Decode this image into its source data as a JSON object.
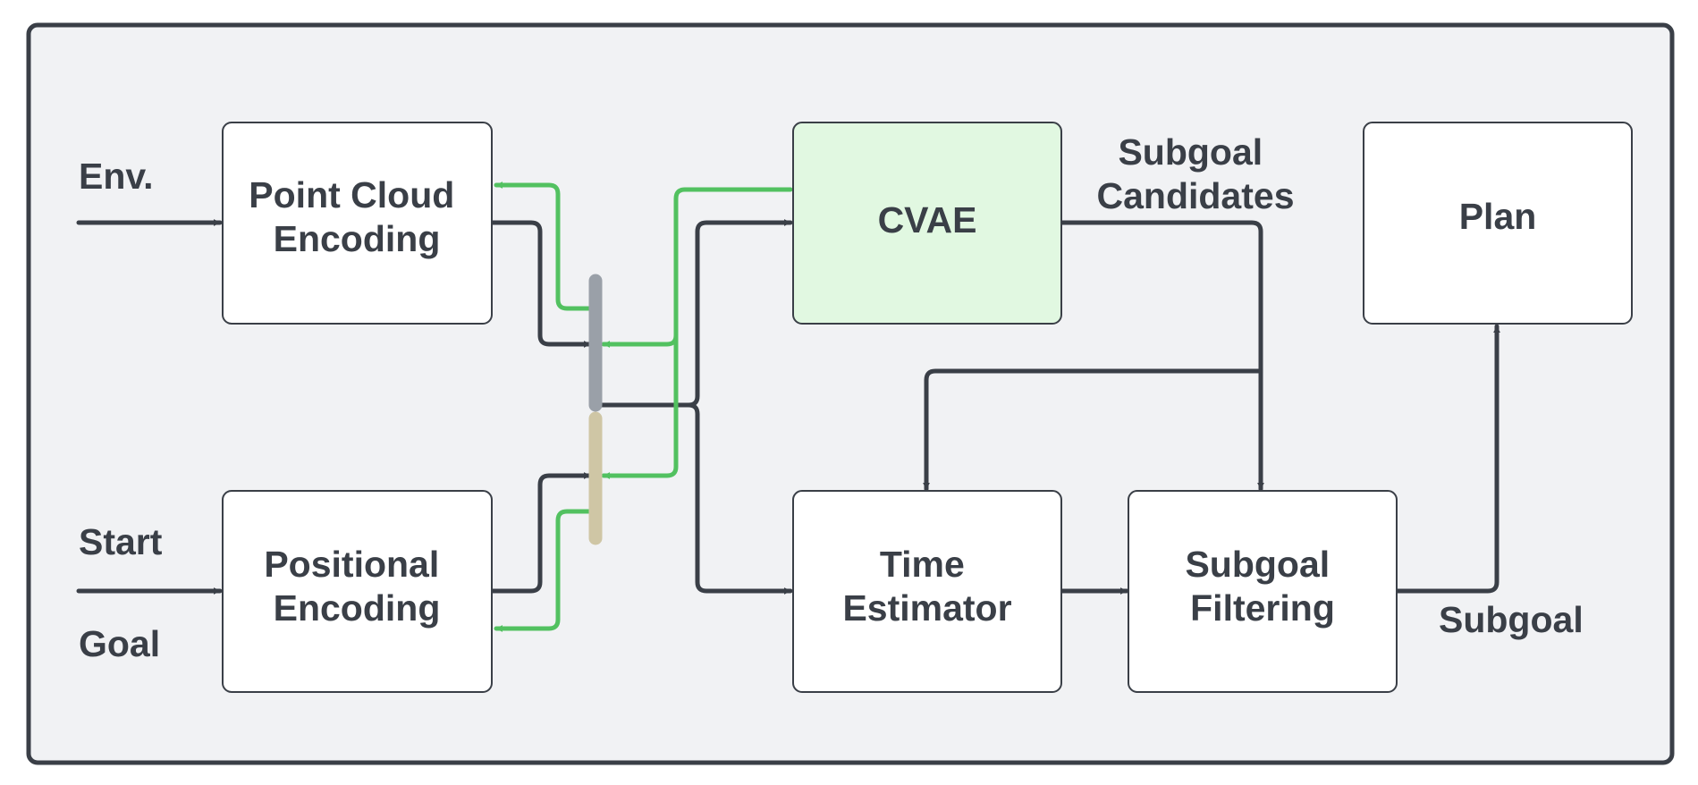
{
  "colors": {
    "background": "#f1f2f4",
    "frame": "#3a3f47",
    "box_fill": "#ffffff",
    "box_border": "#3a3f47",
    "cvae_fill": "#e1f8e1",
    "arrow_dark": "#3a3f47",
    "arrow_green": "#52c160",
    "concat_top": "#9aa0a8",
    "concat_bottom": "#cfc6a5",
    "text": "#3a3f47"
  },
  "blocks": {
    "point_cloud": [
      "Point Cloud",
      "Encoding"
    ],
    "positional": [
      "Positional",
      "Encoding"
    ],
    "cvae": [
      "CVAE"
    ],
    "time_estimator": [
      "Time",
      "Estimator"
    ],
    "subgoal_filtering": [
      "Subgoal",
      "Filtering"
    ],
    "plan": [
      "Plan"
    ]
  },
  "labels": {
    "env": "Env.",
    "start": "Start",
    "goal": "Goal",
    "subgoal_candidates": [
      "Subgoal",
      "Candidates"
    ],
    "subgoal": "Subgoal"
  }
}
